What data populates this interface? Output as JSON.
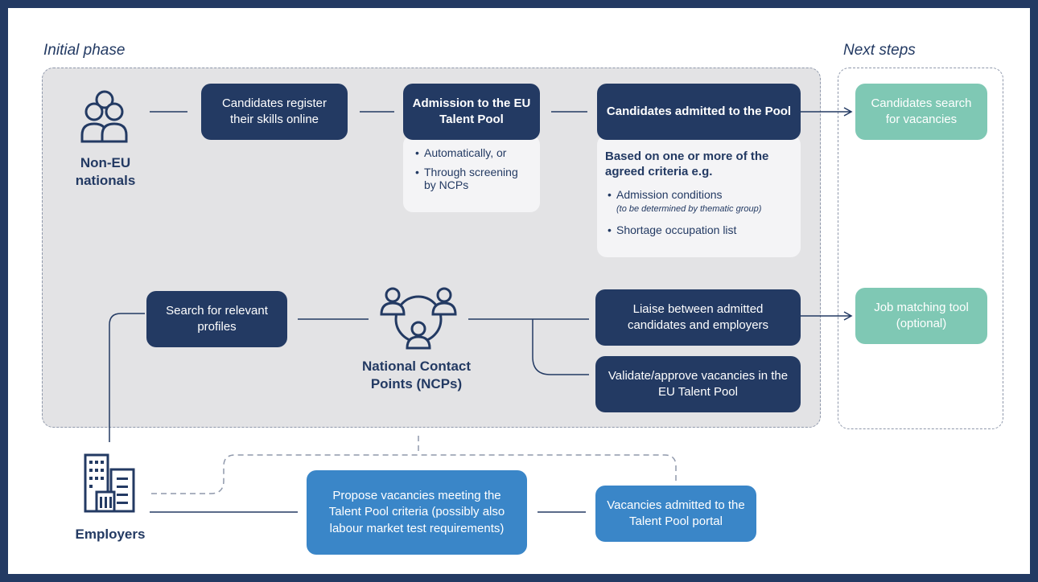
{
  "phases": {
    "initial": "Initial phase",
    "next": "Next steps"
  },
  "actors": {
    "non_eu": "Non-EU nationals",
    "ncps": "National Contact Points (NCPs)",
    "employers": "Employers"
  },
  "boxes": {
    "register": "Candidates register their skills online",
    "admission": "Admission to the EU Talent Pool",
    "admitted": "Candidates admitted to the Pool",
    "search_vacancies": "Candidates search for vacancies",
    "search_profiles": "Search for relevant profiles",
    "liaise": "Liaise between admitted candidates and employers",
    "validate": "Validate/approve vacancies in the EU Talent Pool",
    "job_matching": "Job matching tool (optional)",
    "propose": "Propose vacancies meeting the Talent Pool criteria (possibly also labour market test requirements)",
    "vacancies_admitted": "Vacancies admitted to the Talent Pool portal"
  },
  "admission_details": {
    "items": [
      "Automatically, or",
      "Through screening by NCPs"
    ]
  },
  "criteria": {
    "heading": "Based on one or more of the agreed criteria e.g.",
    "item1": "Admission conditions",
    "item1_note": "(to be determined by thematic group)",
    "item2": "Shortage occupation list"
  },
  "colors": {
    "navy": "#233a63",
    "teal": "#7fc8b4",
    "blue": "#3a86c8",
    "panel_grey": "#e3e3e5"
  }
}
